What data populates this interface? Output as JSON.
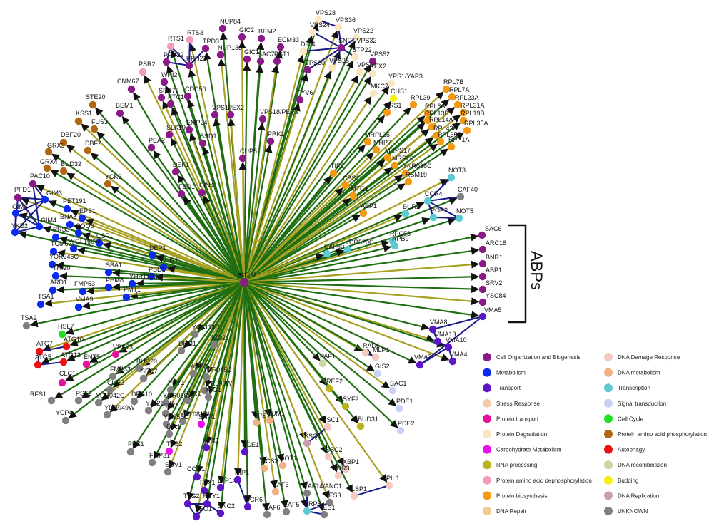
{
  "hub": {
    "id": "act1-0",
    "color": "#8B1A89"
  },
  "bracket_label": "ABPs",
  "colors": {
    "edge_green": "#1f6e12",
    "edge_olive": "#a8a020",
    "edge_blue": "#1a1a8a"
  },
  "legend": [
    {
      "label": "Cell Organization and Biogenesis",
      "color": "#8B1A89"
    },
    {
      "label": "Metabolism",
      "color": "#0a2cf0"
    },
    {
      "label": "Transport",
      "color": "#5b16c8"
    },
    {
      "label": "Stress Response",
      "color": "#f5c8a8"
    },
    {
      "label": "Protein transport",
      "color": "#e6129a"
    },
    {
      "label": "Protein Degradation",
      "color": "#fbe6c0"
    },
    {
      "label": "Carbohydrate Metabolism",
      "color": "#ea10ea"
    },
    {
      "label": "RNA processing",
      "color": "#b8b420"
    },
    {
      "label": "Protein amino acid dephosphorylation",
      "color": "#f29ac0"
    },
    {
      "label": "Protein biosynthesis",
      "color": "#f59a10"
    },
    {
      "label": "DNA Repair",
      "color": "#f5c890"
    },
    {
      "label": "DNA Damage Response",
      "color": "#f5c8c0"
    },
    {
      "label": "DNA metabolism",
      "color": "#f0b080"
    },
    {
      "label": "Transcription",
      "color": "#5ccad0"
    },
    {
      "label": "Signal transduction",
      "color": "#c8d0f5"
    },
    {
      "label": "Cell Cycle",
      "color": "#20e020"
    },
    {
      "label": "Protein amino acid phosphorylation",
      "color": "#b06810"
    },
    {
      "label": "Autophagy",
      "color": "#ee1010"
    },
    {
      "label": "DNA recombination",
      "color": "#c8d8a0"
    },
    {
      "label": "Budding",
      "color": "#f5f010"
    },
    {
      "label": "DNA Replication",
      "color": "#c8a0b0"
    },
    {
      "label": "UNKNOWN",
      "color": "#808080"
    }
  ],
  "nodes": [
    {
      "id": "VPS28",
      "cat": 5
    },
    {
      "id": "VPS36",
      "cat": 5
    },
    {
      "id": "VPS22",
      "cat": 5
    },
    {
      "id": "VPS24",
      "cat": 5
    },
    {
      "id": "SNF7/VPS32",
      "cat": 0
    },
    {
      "id": "STP22",
      "cat": 5
    },
    {
      "id": "VPS52",
      "cat": 0
    },
    {
      "id": "DID4",
      "cat": 5
    },
    {
      "id": "VPS20",
      "cat": 0
    },
    {
      "id": "VPS25",
      "cat": 5
    },
    {
      "id": "VPS54",
      "cat": 5
    },
    {
      "id": "KEX2",
      "cat": 5
    },
    {
      "id": "YPS1/YAP3",
      "cat": 5
    },
    {
      "id": "MKC7",
      "cat": 5
    },
    {
      "id": "CHS1",
      "cat": 19
    },
    {
      "id": "NUP84",
      "cat": 0
    },
    {
      "id": "GIC2",
      "cat": 0
    },
    {
      "id": "BEM2",
      "cat": 0
    },
    {
      "id": "ECM33",
      "cat": 0
    },
    {
      "id": "RTS3",
      "cat": 8
    },
    {
      "id": "RTS1",
      "cat": 8
    },
    {
      "id": "TPD3",
      "cat": 0
    },
    {
      "id": "NUP133",
      "cat": 0
    },
    {
      "id": "GIC1",
      "cat": 0
    },
    {
      "id": "SAC7",
      "cat": 0
    },
    {
      "id": "PST1",
      "cat": 0
    },
    {
      "id": "PPH22",
      "cat": 0
    },
    {
      "id": "PPH21",
      "cat": 0
    },
    {
      "id": "PSR2",
      "cat": 8
    },
    {
      "id": "WHI2",
      "cat": 0
    },
    {
      "id": "CNM67",
      "cat": 0
    },
    {
      "id": "SPC72",
      "cat": 0
    },
    {
      "id": "PTC1",
      "cat": 0
    },
    {
      "id": "CDC50",
      "cat": 0
    },
    {
      "id": "FYV6",
      "cat": 0
    },
    {
      "id": "BEM1",
      "cat": 0
    },
    {
      "id": "VPS1",
      "cat": 0
    },
    {
      "id": "PEX2",
      "cat": 0
    },
    {
      "id": "VPS18/PEP3",
      "cat": 0
    },
    {
      "id": "STE20",
      "cat": 16
    },
    {
      "id": "KSS1",
      "cat": 16
    },
    {
      "id": "FUS3",
      "cat": 16
    },
    {
      "id": "SLK19",
      "cat": 0
    },
    {
      "id": "EMP24",
      "cat": 0
    },
    {
      "id": "SSD1",
      "cat": 0
    },
    {
      "id": "PRK1",
      "cat": 0
    },
    {
      "id": "DBF20",
      "cat": 16
    },
    {
      "id": "DBF2",
      "cat": 16
    },
    {
      "id": "PEA2",
      "cat": 0
    },
    {
      "id": "CUP5",
      "cat": 0
    },
    {
      "id": "GRX3",
      "cat": 16
    },
    {
      "id": "GRX4",
      "cat": 16
    },
    {
      "id": "BUD32",
      "cat": 16
    },
    {
      "id": "DEF1",
      "cat": 0
    },
    {
      "id": "YCK3",
      "cat": 16
    },
    {
      "id": "PAC10",
      "cat": 0
    },
    {
      "id": "FZO1",
      "cat": 0
    },
    {
      "id": "CIN4",
      "cat": 0
    },
    {
      "id": "PFD1",
      "cat": 0
    },
    {
      "id": "GIM3",
      "cat": 1
    },
    {
      "id": "GIM5",
      "cat": 1
    },
    {
      "id": "PET191",
      "cat": 1
    },
    {
      "id": "YKE2",
      "cat": 1
    },
    {
      "id": "GIM4",
      "cat": 1
    },
    {
      "id": "EPS1",
      "cat": 1
    },
    {
      "id": "BNA5",
      "cat": 1
    },
    {
      "id": "PRS3",
      "cat": 1
    },
    {
      "id": "COQ6",
      "cat": 1
    },
    {
      "id": "CSF1",
      "cat": 1
    },
    {
      "id": "YGL160W",
      "cat": 1
    },
    {
      "id": "TCM62",
      "cat": 1
    },
    {
      "id": "DEP1",
      "cat": 1
    },
    {
      "id": "YOR246C",
      "cat": 1
    },
    {
      "id": "EUG1",
      "cat": 1
    },
    {
      "id": "THI20",
      "cat": 1
    },
    {
      "id": "SBA1",
      "cat": 1
    },
    {
      "id": "PSD1",
      "cat": 1
    },
    {
      "id": "ARD1",
      "cat": 1
    },
    {
      "id": "YHR112C",
      "cat": 1
    },
    {
      "id": "FMP53",
      "cat": 1
    },
    {
      "id": "PHM8",
      "cat": 1
    },
    {
      "id": "PMT1",
      "cat": 1
    },
    {
      "id": "TSA1",
      "cat": 1
    },
    {
      "id": "VMA9",
      "cat": 1
    },
    {
      "id": "TSA2",
      "cat": 21
    },
    {
      "id": "RPL7B",
      "cat": 9
    },
    {
      "id": "RPL7A",
      "cat": 9
    },
    {
      "id": "RPL39",
      "cat": 9
    },
    {
      "id": "RPL23A",
      "cat": 9
    },
    {
      "id": "GRS1",
      "cat": 9
    },
    {
      "id": "RPL6A",
      "cat": 9
    },
    {
      "id": "RPL31A",
      "cat": 9
    },
    {
      "id": "RPL13B",
      "cat": 9
    },
    {
      "id": "RPL19B",
      "cat": 9
    },
    {
      "id": "RPL14A",
      "cat": 9
    },
    {
      "id": "RPL35A",
      "cat": 9
    },
    {
      "id": "RPL43A",
      "cat": 9
    },
    {
      "id": "RPL35B",
      "cat": 9
    },
    {
      "id": "MRPL35",
      "cat": 9
    },
    {
      "id": "RPP1A",
      "cat": 9
    },
    {
      "id": "MRP7",
      "cat": 9
    },
    {
      "id": "MRPS17",
      "cat": 9
    },
    {
      "id": "MRPL6",
      "cat": 9
    },
    {
      "id": "YNR036C",
      "cat": 9
    },
    {
      "id": "TIF2",
      "cat": 9
    },
    {
      "id": "RSM19",
      "cat": 9
    },
    {
      "id": "CBS1",
      "cat": 9
    },
    {
      "id": "MTG1",
      "cat": 9
    },
    {
      "id": "AEP1",
      "cat": 9
    },
    {
      "id": "NOT3",
      "cat": 13
    },
    {
      "id": "CCR4",
      "cat": 13
    },
    {
      "id": "CAF40",
      "cat": 21
    },
    {
      "id": "BUR2",
      "cat": 13
    },
    {
      "id": "POP2",
      "cat": 13
    },
    {
      "id": "NOT5",
      "cat": 13
    },
    {
      "id": "RPC53",
      "cat": 13
    },
    {
      "id": "RPB9",
      "cat": 13
    },
    {
      "id": "YDR520C",
      "cat": 13
    },
    {
      "id": "UAF30",
      "cat": 13
    },
    {
      "id": "SAC6",
      "cat": 0
    },
    {
      "id": "ARC18",
      "cat": 0
    },
    {
      "id": "BNR1",
      "cat": 0
    },
    {
      "id": "ABP1",
      "cat": 0
    },
    {
      "id": "SRV2",
      "cat": 0
    },
    {
      "id": "YSC84",
      "cat": 0
    },
    {
      "id": "VMA5",
      "cat": 2
    },
    {
      "id": "VMA8",
      "cat": 2
    },
    {
      "id": "VMA13",
      "cat": 2
    },
    {
      "id": "VMA10",
      "cat": 2
    },
    {
      "id": "VMA7",
      "cat": 2
    },
    {
      "id": "VMA4",
      "cat": 2
    },
    {
      "id": "HSL7",
      "cat": 15
    },
    {
      "id": "ATG10",
      "cat": 17
    },
    {
      "id": "ATG7",
      "cat": 17
    },
    {
      "id": "ATG5",
      "cat": 17
    },
    {
      "id": "ATG12",
      "cat": 17
    },
    {
      "id": "VPS73",
      "cat": 4
    },
    {
      "id": "ENT5",
      "cat": 4
    },
    {
      "id": "CLC1",
      "cat": 4
    },
    {
      "id": "BUD20",
      "cat": 21
    },
    {
      "id": "FMP33",
      "cat": 21
    },
    {
      "id": "SEC7",
      "cat": 21
    },
    {
      "id": "CUE3",
      "cat": 21
    },
    {
      "id": "RFS1",
      "cat": 21
    },
    {
      "id": "PST2",
      "cat": 21
    },
    {
      "id": "YDR042C",
      "cat": 21
    },
    {
      "id": "DFG10",
      "cat": 21
    },
    {
      "id": "YCP4",
      "cat": 21
    },
    {
      "id": "YDR049W",
      "cat": 21
    },
    {
      "id": "YJL213W",
      "cat": 21
    },
    {
      "id": "YOL114C",
      "cat": 21
    },
    {
      "id": "IBD2",
      "cat": 21
    },
    {
      "id": "DEM1",
      "cat": 21
    },
    {
      "id": "ANP2",
      "cat": 21
    },
    {
      "id": "PRY1",
      "cat": 21
    },
    {
      "id": "YPR045C",
      "cat": 21
    },
    {
      "id": "IWR1",
      "cat": 21
    },
    {
      "id": "YPR090W",
      "cat": 21
    },
    {
      "id": "MIG1",
      "cat": 21
    },
    {
      "id": "YOR066W",
      "cat": 21
    },
    {
      "id": "SET5",
      "cat": 21
    },
    {
      "id": "YGL081W",
      "cat": 21
    },
    {
      "id": "YIL055C",
      "cat": 21
    },
    {
      "id": "DIA1",
      "cat": 21
    },
    {
      "id": "PPZ1",
      "cat": 21
    },
    {
      "id": "FMP31",
      "cat": 21
    },
    {
      "id": "SOV1",
      "cat": 21
    },
    {
      "id": "SHP1",
      "cat": 6
    },
    {
      "id": "TPS2",
      "cat": 6
    },
    {
      "id": "ATX1",
      "cat": 2
    },
    {
      "id": "COR1",
      "cat": 2
    },
    {
      "id": "FLX1",
      "cat": 2
    },
    {
      "id": "LTP14",
      "cat": 2
    },
    {
      "id": "TLG2",
      "cat": 2
    },
    {
      "id": "RCY1",
      "cat": 2
    },
    {
      "id": "SSO1",
      "cat": 2
    },
    {
      "id": "SNC2",
      "cat": 2
    },
    {
      "id": "SGE1",
      "cat": 2
    },
    {
      "id": "RIP1",
      "cat": 2
    },
    {
      "id": "QCR6",
      "cat": 2
    },
    {
      "id": "VPS71",
      "cat": 12
    },
    {
      "id": "SUM1",
      "cat": 12
    },
    {
      "id": "SCS2",
      "cat": 12
    },
    {
      "id": "DOT1",
      "cat": 12
    },
    {
      "id": "EAF3",
      "cat": 12
    },
    {
      "id": "EAF6",
      "cat": 21
    },
    {
      "id": "EAF5",
      "cat": 21
    },
    {
      "id": "SSQ1",
      "cat": 20
    },
    {
      "id": "ISC1",
      "cat": 11
    },
    {
      "id": "SSC2",
      "cat": 11
    },
    {
      "id": "XBP1",
      "cat": 11
    },
    {
      "id": "TIR3",
      "cat": 11
    },
    {
      "id": "LSP1",
      "cat": 11
    },
    {
      "id": "PIL1",
      "cat": 11
    },
    {
      "id": "TAF14/ANC1",
      "cat": 21
    },
    {
      "id": "ARP8",
      "cat": 13
    },
    {
      "id": "IES3",
      "cat": 21
    },
    {
      "id": "IES1",
      "cat": 21
    },
    {
      "id": "PAF1",
      "cat": 18
    },
    {
      "id": "RAD6",
      "cat": 11
    },
    {
      "id": "MLP1",
      "cat": 11
    },
    {
      "id": "GIS2",
      "cat": 14
    },
    {
      "id": "REF2",
      "cat": 7
    },
    {
      "id": "SYF2",
      "cat": 7
    },
    {
      "id": "BUD31",
      "cat": 7
    },
    {
      "id": "SAC1",
      "cat": 14
    },
    {
      "id": "PDE1",
      "cat": 14
    },
    {
      "id": "PDE2",
      "cat": 14
    }
  ]
}
